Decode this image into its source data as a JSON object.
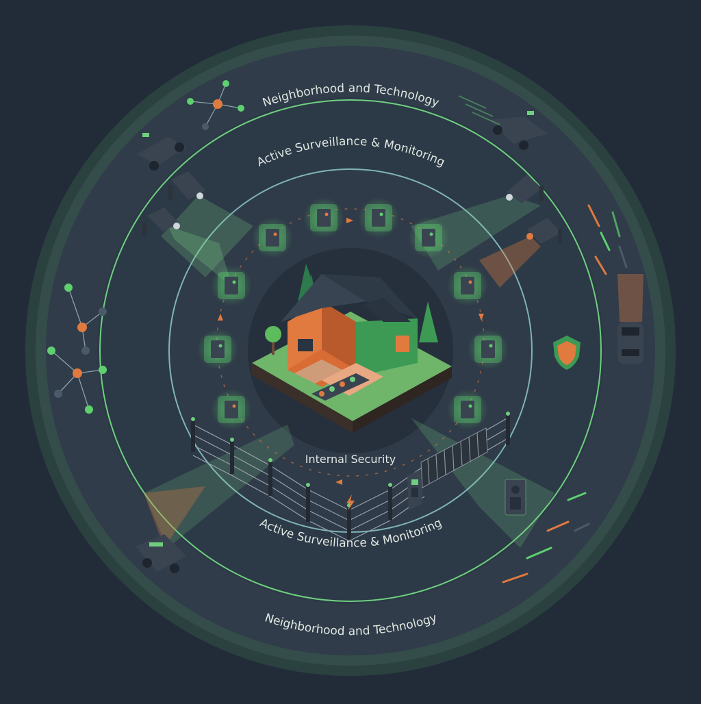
{
  "colors": {
    "background": "#222c39",
    "outer_ring": "#303c49",
    "middle_ring": "#2c3946",
    "inner_disc": "#2f3b48",
    "core_disc": "#26303c",
    "ring_line": "#6fcf7f",
    "inner_ring_line": "#7fb3b8",
    "accent_green": "#5fd06f",
    "accent_orange": "#e07a3f",
    "device_body": "#3a4451",
    "label_text": "#dfe6e2"
  },
  "rings": {
    "outer_top_label": "Neighborhood and Technology",
    "outer_bottom_label": "Neighborhood and Technology",
    "middle_top_label": "Active Surveillance & Monitoring",
    "middle_bottom_label": "Active Surveillance & Monitoring",
    "inner_label": "Internal Security"
  },
  "inner_devices": [
    {
      "name": "keypad-panel-icon"
    },
    {
      "name": "door-sensor-icon"
    },
    {
      "name": "cylinder-sensor-icon"
    },
    {
      "name": "motion-sensor-icon"
    },
    {
      "name": "safe-icon"
    },
    {
      "name": "door-contact-icon"
    },
    {
      "name": "phone-keypad-icon"
    },
    {
      "name": "window-sensor-icon"
    },
    {
      "name": "double-door-icon"
    },
    {
      "name": "open-door-icon"
    }
  ],
  "icons": {
    "house": "isometric-house-icon",
    "shield": "shield-icon",
    "intercom": "intercom-icon",
    "fence": "electric-fence-icon",
    "gate": "gate-icon",
    "lightning": "lightning-icon"
  }
}
